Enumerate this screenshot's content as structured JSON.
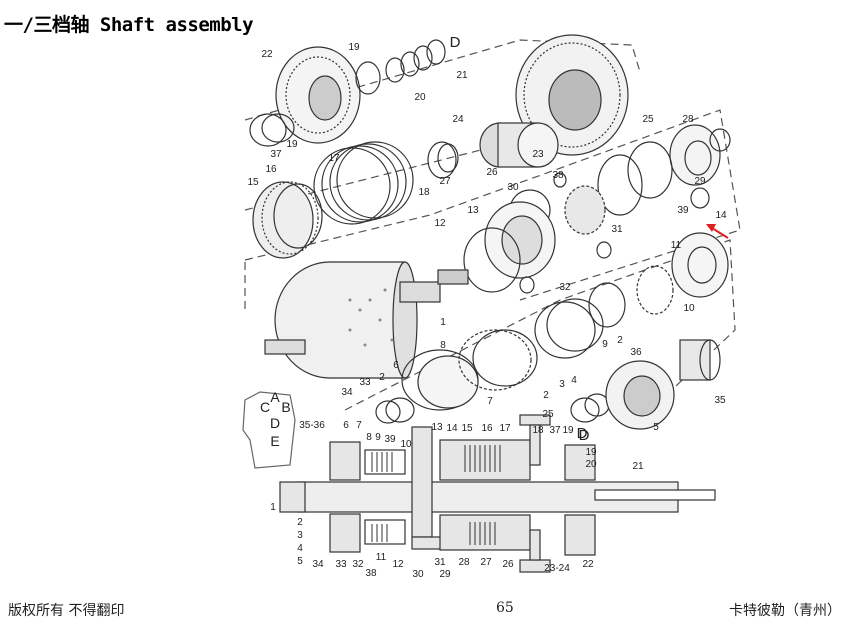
{
  "title": "一/三档轴 Shaft assembly",
  "diagram": {
    "callouts": [
      "22",
      "19",
      "D",
      "21",
      "20",
      "37",
      "19",
      "25",
      "24",
      "23",
      "26",
      "27",
      "18",
      "17",
      "16",
      "15",
      "28",
      "29",
      "38",
      "39",
      "14",
      "30",
      "31",
      "13",
      "12",
      "11",
      "10",
      "1",
      "32",
      "2",
      "9",
      "8",
      "6",
      "2",
      "33",
      "34",
      "7",
      "36",
      "35",
      "3",
      "4",
      "2",
      "5",
      "D",
      "35-36",
      "6",
      "7",
      "8",
      "9",
      "39",
      "10",
      "13",
      "14",
      "15",
      "16",
      "17",
      "25",
      "18",
      "37",
      "19",
      "D",
      "19",
      "20",
      "21",
      "1",
      "2",
      "3",
      "4",
      "5",
      "34",
      "33",
      "32",
      "11",
      "38",
      "12",
      "30",
      "31",
      "29",
      "28",
      "27",
      "26",
      "23-24",
      "22"
    ],
    "orientation_letters": [
      "A",
      "C",
      "B",
      "D",
      "E"
    ]
  },
  "footer": {
    "left": "版权所有 不得翻印",
    "page": "65",
    "right": "卡特彼勒（青州）"
  }
}
